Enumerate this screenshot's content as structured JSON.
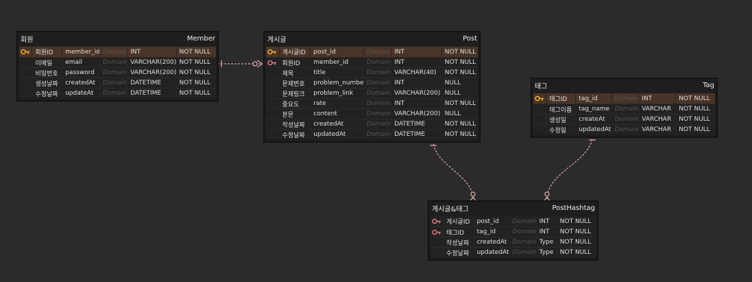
{
  "colors": {
    "background": "#2b2b2b",
    "table": "#1e1e1e",
    "pk_row": "#4a3428",
    "relation": "#d8a3a8",
    "pk_key": "#f2b234",
    "fk_key": "#e07a86"
  },
  "tables": {
    "member": {
      "title_ko": "회원",
      "title_en": "Member",
      "rows": [
        {
          "key": "pk",
          "ko": "회원ID",
          "en": "member_id",
          "domain": "Domain",
          "type": "INT",
          "null": "NOT NULL"
        },
        {
          "key": "",
          "ko": "이메일",
          "en": "email",
          "domain": "Domain",
          "type": "VARCHAR(200)",
          "null": "NOT NULL"
        },
        {
          "key": "",
          "ko": "비밀번호",
          "en": "password",
          "domain": "Domain",
          "type": "VARCHAR(200)",
          "null": "NOT NULL"
        },
        {
          "key": "",
          "ko": "생성날짜",
          "en": "createdAt",
          "domain": "Domain",
          "type": "DATETIME",
          "null": "NOT NULL"
        },
        {
          "key": "",
          "ko": "수정날짜",
          "en": "updateAt",
          "domain": "Domain",
          "type": "DATETIME",
          "null": "NOT NULL"
        }
      ]
    },
    "post": {
      "title_ko": "게시글",
      "title_en": "Post",
      "rows": [
        {
          "key": "pk",
          "ko": "게시글ID",
          "en": "post_id",
          "domain": "Domain",
          "type": "INT",
          "null": "NOT NULL"
        },
        {
          "key": "fk",
          "ko": "회원ID",
          "en": "member_id",
          "domain": "Domain",
          "type": "INT",
          "null": "NOT NULL"
        },
        {
          "key": "",
          "ko": "제목",
          "en": "title",
          "domain": "Domain",
          "type": "VARCHAR(40)",
          "null": "NOT NULL"
        },
        {
          "key": "",
          "ko": "문제번호",
          "en": "problem_number",
          "domain": "Domain",
          "type": "INT",
          "null": "NULL"
        },
        {
          "key": "",
          "ko": "문제링크",
          "en": "problem_link",
          "domain": "Domain",
          "type": "VARCHAR(200)",
          "null": "NULL"
        },
        {
          "key": "",
          "ko": "중요도",
          "en": "rate",
          "domain": "Domain",
          "type": "INT",
          "null": "NOT NULL"
        },
        {
          "key": "",
          "ko": "본문",
          "en": "content",
          "domain": "Domain",
          "type": "VARCHAR(200)",
          "null": "NULL"
        },
        {
          "key": "",
          "ko": "작성날짜",
          "en": "createdAt",
          "domain": "Domain",
          "type": "DATETIME",
          "null": "NOT NULL"
        },
        {
          "key": "",
          "ko": "수정날짜",
          "en": "updatedAt",
          "domain": "Domain",
          "type": "DATETIME",
          "null": "NOT NULL"
        }
      ]
    },
    "tag": {
      "title_ko": "태그",
      "title_en": "Tag",
      "rows": [
        {
          "key": "pk",
          "ko": "태그ID",
          "en": "tag_id",
          "domain": "Domain",
          "type": "INT",
          "null": "NOT NULL"
        },
        {
          "key": "",
          "ko": "태그이름",
          "en": "tag_name",
          "domain": "Domain",
          "type": "VARCHAR",
          "null": "NOT NULL"
        },
        {
          "key": "",
          "ko": "생성일",
          "en": "createAt",
          "domain": "Domain",
          "type": "VARCHAR",
          "null": "NOT NULL"
        },
        {
          "key": "",
          "ko": "수정일",
          "en": "updatedAt",
          "domain": "Domain",
          "type": "VARCHAR",
          "null": "NOT NULL"
        }
      ]
    },
    "posthashtag": {
      "title_ko": "게시글&태그",
      "title_en": "PostHashtag",
      "rows": [
        {
          "key": "fk",
          "ko": "게시글ID",
          "en": "post_id",
          "domain": "Domain",
          "type": "INT",
          "null": "NOT NULL"
        },
        {
          "key": "fk",
          "ko": "태그ID",
          "en": "tag_id",
          "domain": "Domain",
          "type": "INT",
          "null": "NOT NULL"
        },
        {
          "key": "",
          "ko": "작성날짜",
          "en": "createdAt",
          "domain": "Domain",
          "type": "Type",
          "null": "NOT NULL"
        },
        {
          "key": "",
          "ko": "수정날짜",
          "en": "updatedAt",
          "domain": "Domain",
          "type": "Type",
          "null": "NOT NULL"
        }
      ]
    }
  }
}
